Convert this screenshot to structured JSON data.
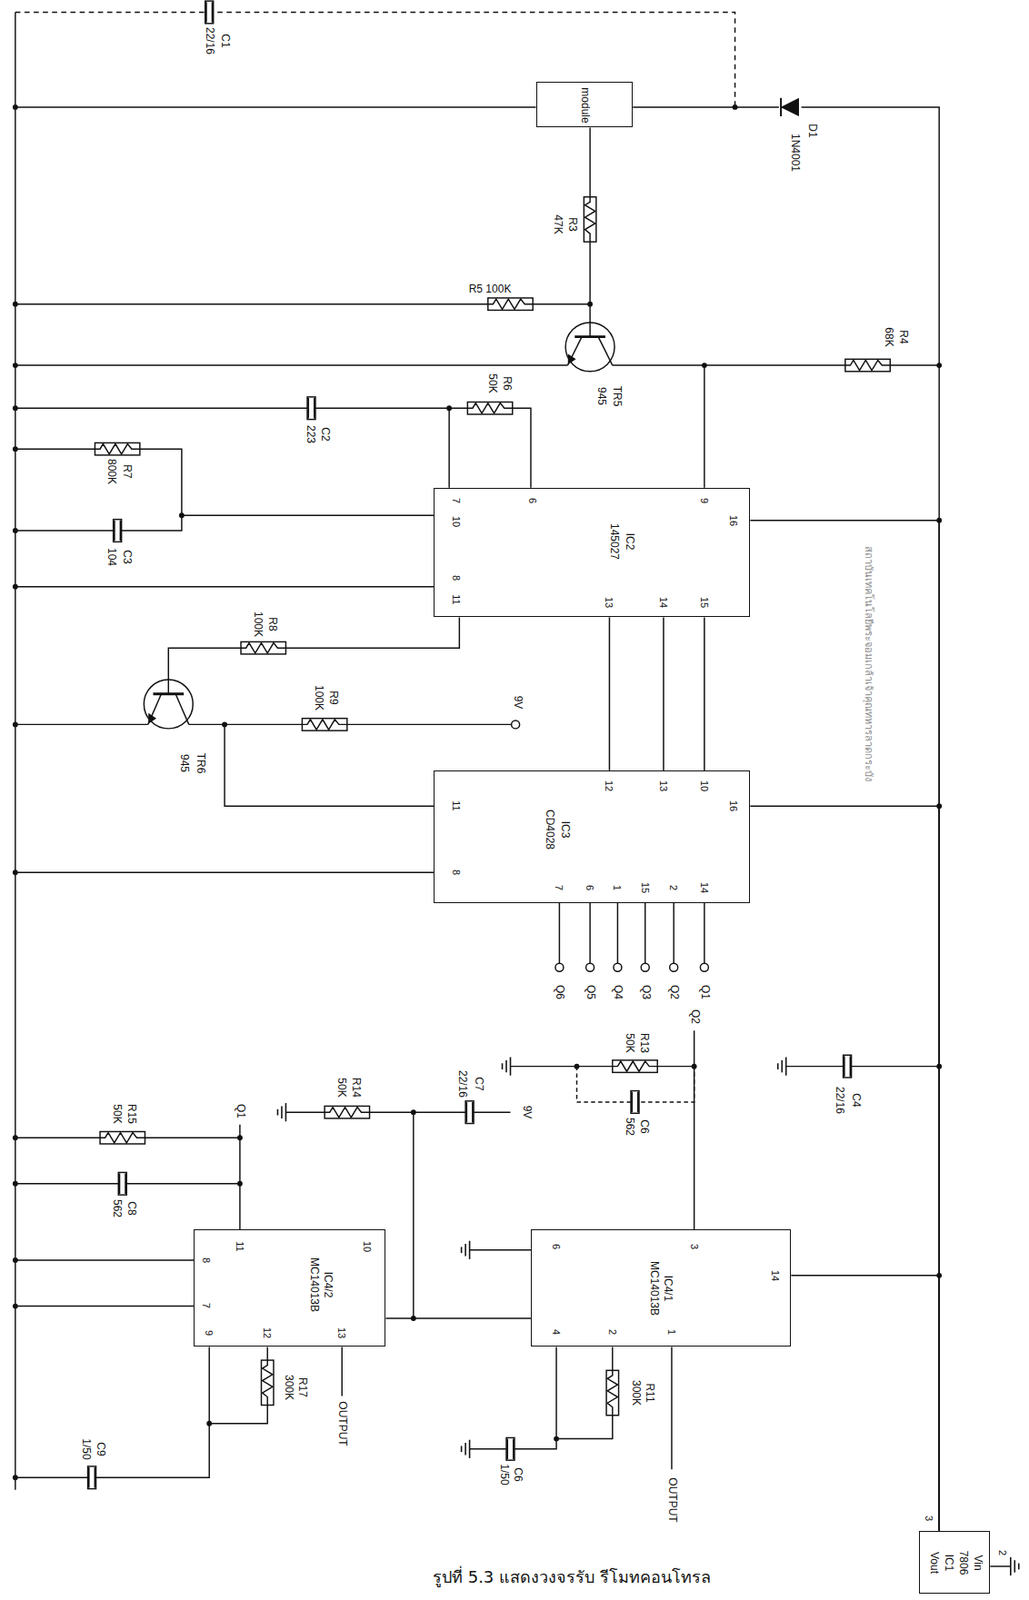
{
  "diagram": {
    "caption": "รูปที่ 5.3 แสดงวงจรรับ รีโมทคอนโทรล",
    "nodes": [
      {
        "text": [
          "module"
        ]
      },
      {
        "text": [
          "IC2",
          "145027"
        ]
      },
      {
        "text": [
          "IC3",
          "CD4028"
        ]
      },
      {
        "text": [
          "IC4/1",
          "MC14013B"
        ]
      },
      {
        "text": [
          "IC4/2",
          "MC14013B"
        ]
      },
      {
        "text": [
          "Vout",
          "IC1",
          "7806",
          "Vin"
        ]
      }
    ],
    "edges": [
      {
        "from": 1,
        "to": 2,
        "arrow": "none"
      },
      {
        "from": 1,
        "to": 2,
        "arrow": "none"
      },
      {
        "from": 1,
        "to": 2,
        "arrow": "none"
      },
      {
        "from": 3,
        "to": 4,
        "arrow": "none"
      },
      {
        "from": 5,
        "to": 1,
        "arrow": "none"
      },
      {
        "from": 5,
        "to": 2,
        "arrow": "none"
      },
      {
        "from": 5,
        "to": 3,
        "arrow": "none"
      }
    ],
    "labels": [
      "C1",
      "22/16",
      "D1",
      "1N4001",
      "R3",
      "47K",
      "R5 100K",
      "TR5",
      "945",
      "R4",
      "68K",
      "C2",
      "223",
      "R6",
      "50K",
      "R7",
      "800K",
      "C3",
      "104",
      "R8",
      "100K",
      "R9",
      "100K",
      "9V",
      "TR6",
      "945",
      "7",
      "10",
      "6",
      "9",
      "8",
      "11",
      "13",
      "14",
      "15",
      "16",
      "12",
      "13",
      "10",
      "11",
      "16",
      "8",
      "7",
      "6",
      "1",
      "15",
      "2",
      "14",
      "Q6",
      "Q5",
      "Q4",
      "Q3",
      "Q2",
      "Q1",
      "Q2",
      "R13",
      "50K",
      "C6",
      "562",
      "C4",
      "22/16",
      "R15",
      "50K",
      "C8",
      "562",
      "Q1",
      "R14",
      "50K",
      "C7",
      "22/16",
      "9V",
      "6",
      "3",
      "14",
      "4",
      "2",
      "1",
      "11",
      "10",
      "8",
      "7",
      "9",
      "12",
      "13",
      "R17",
      "300K",
      "OUTPUT",
      "R11",
      "300K",
      "C6",
      "1/50",
      "OUTPUT",
      "C9",
      "1/50",
      "3",
      "2",
      "สถาบันเทคโนโลยีพระจอมเกล้าเจ้าคุณทหารลาดกระบัง"
    ]
  }
}
